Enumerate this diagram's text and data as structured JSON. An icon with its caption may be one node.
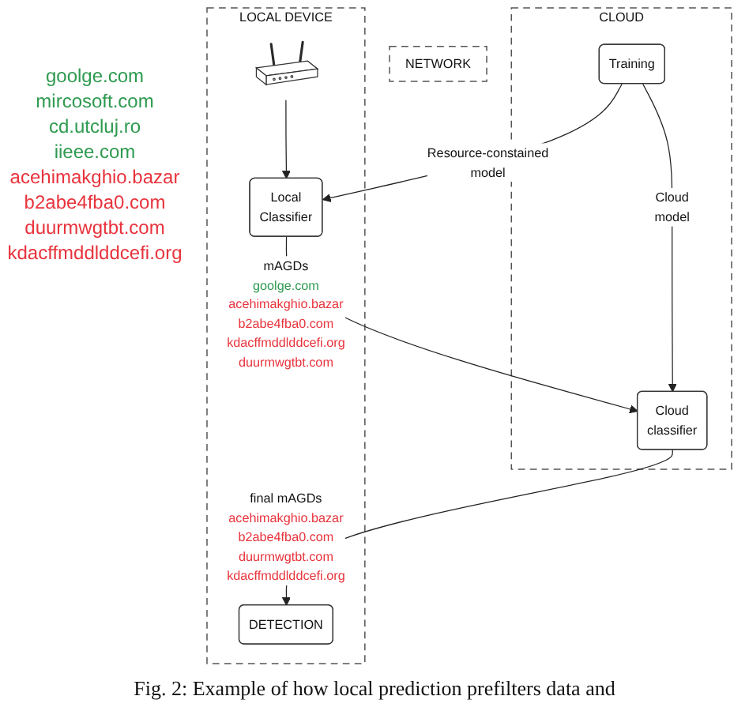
{
  "diagram": {
    "caption": "Fig. 2: Example of how local prediction prefilters data and",
    "nodes": [
      {
        "text": [
          "LOCAL DEVICE"
        ]
      },
      {
        "text": [],
        "shape": "picture",
        "in": 0
      },
      {
        "text": [
          "Local Classifier"
        ],
        "in": 0
      },
      {
        "text": [
          "DETECTION"
        ],
        "in": 0
      },
      {
        "text": [
          "NETWORK"
        ]
      },
      {
        "text": [
          "CLOUD"
        ]
      },
      {
        "text": [
          "Training"
        ],
        "in": 5
      },
      {
        "text": [
          "Cloud classifier"
        ],
        "in": 5
      }
    ],
    "edges": [
      {
        "from": 1,
        "to": 2,
        "arrow": "to"
      },
      {
        "from": 6,
        "to": 2,
        "arrow": "to",
        "label": "Resource-constained model"
      },
      {
        "from": 2,
        "to": 7,
        "arrow": "to",
        "label": "mAGDs goolge.com acehimakghio.bazar b2abe4fba0.com kdacffmddlddcefi.org duurmwgtbt.com"
      },
      {
        "from": 6,
        "to": 7,
        "arrow": "to",
        "label": "Cloud model"
      },
      {
        "from": 7,
        "to": 3,
        "arrow": "to",
        "label": "final mAGDs acehimakghio.bazar b2abe4fba0.com duurmwgtbt.com kdacffmddlddcefi.org"
      }
    ],
    "labels": [
      "goolge.com",
      "mircosoft.com",
      "cd.utcluj.ro",
      "iieee.com",
      "acehimakghio.bazar",
      "b2abe4fba0.com",
      "duurmwgtbt.com",
      "kdacffmddlddcefi.org"
    ]
  }
}
